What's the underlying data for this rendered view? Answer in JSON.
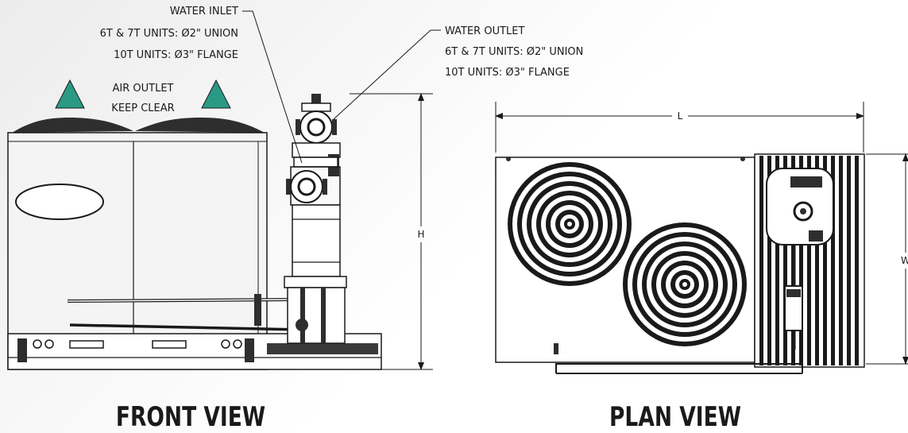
{
  "callouts": {
    "water_inlet": {
      "title": "WATER INLET",
      "line1": "6T & 7T UNITS: Ø2\" UNION",
      "line2": "10T UNITS: Ø3\" FLANGE"
    },
    "water_outlet": {
      "title": "WATER OUTLET",
      "line1": "6T & 7T UNITS: Ø2\" UNION",
      "line2": "10T UNITS: Ø3\" FLANGE"
    },
    "air_outlet": {
      "line1": "AIR OUTLET",
      "line2": "KEEP CLEAR"
    }
  },
  "dimensions": {
    "height": "H",
    "length": "L",
    "width": "W"
  },
  "views": {
    "front": "FRONT VIEW",
    "plan": "PLAN VIEW"
  },
  "colors": {
    "air_arrow": "#2a9a85",
    "line": "#1a1a1a",
    "cabinet": "#f4f4f4"
  }
}
